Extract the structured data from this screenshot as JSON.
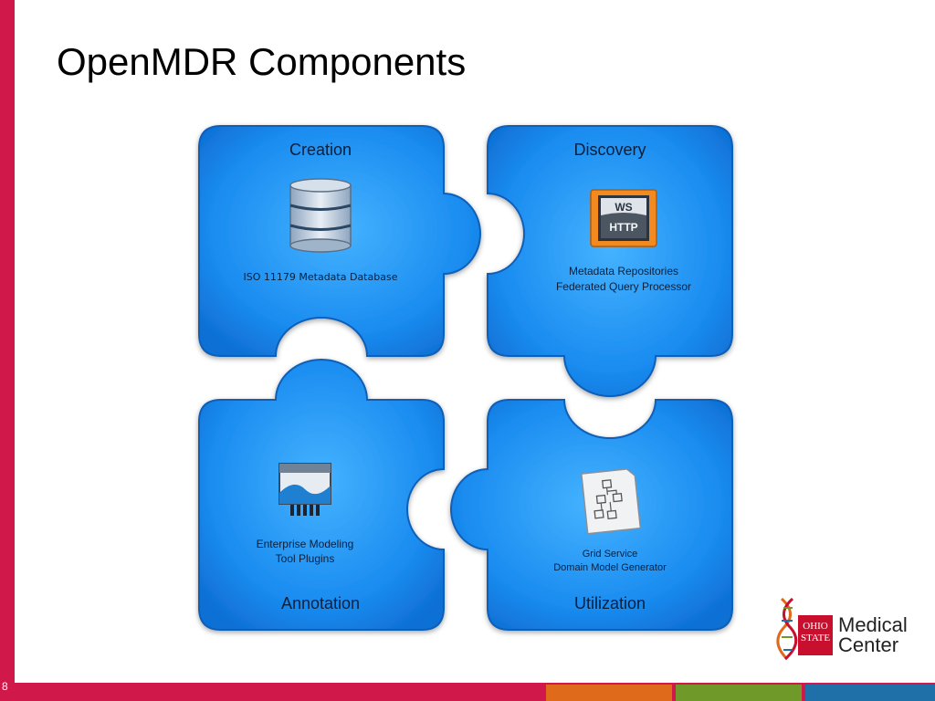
{
  "slide": {
    "title": "OpenMDR Components",
    "slide_number": "8"
  },
  "pieces": {
    "creation": {
      "heading": "Creation",
      "caption_line1": "ISO 11179 Metadata Database"
    },
    "discovery": {
      "heading": "Discovery",
      "caption_line1": "Metadata Repositories",
      "caption_line2": "Federated Query Processor",
      "icon_top": "WS",
      "icon_bottom": "HTTP"
    },
    "annotation": {
      "heading": "Annotation",
      "caption_line1": "Enterprise Modeling",
      "caption_line2": "Tool Plugins"
    },
    "utilization": {
      "heading": "Utilization",
      "caption_line1": "Grid Service",
      "caption_line2": "Domain Model Generator"
    }
  },
  "logo": {
    "line1": "Medical",
    "line2": "Center",
    "osu_line1": "OHIO",
    "osu_line2": "STATE"
  },
  "colors": {
    "brand_red": "#d0184a",
    "puzzle_blue": "#1a8cf0",
    "footer_orange": "#e06a1c",
    "footer_green": "#6f9a2a",
    "footer_blue": "#1f6fa8"
  }
}
